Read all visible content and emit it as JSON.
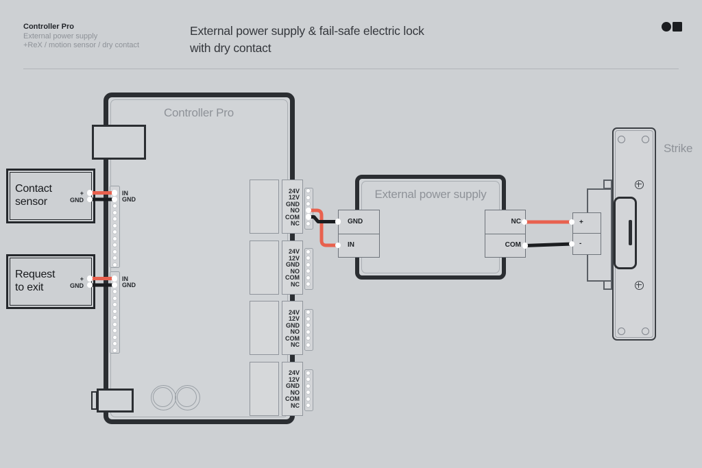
{
  "header": {
    "product": "Controller Pro",
    "subtitle1": "External power supply",
    "subtitle2": "+ReX / motion sensor / dry contact",
    "title_line1": "External power supply & fail-safe electric lock",
    "title_line2": "with dry contact"
  },
  "colors": {
    "wire_red": "#e8614e",
    "wire_black": "#1b1d20",
    "outline_dark": "#2b2e32",
    "background": "#cdd0d3",
    "muted_text": "#8e9298"
  },
  "diagram": {
    "controller": {
      "label": "Controller Pro",
      "terminal_labels": [
        "24V",
        "12V",
        "GND",
        "NO",
        "COM",
        "NC"
      ],
      "relay_block_count": 4,
      "input_labels": [
        "IN",
        "GND"
      ],
      "input_strip_count": 2,
      "input_strip_holes": 12
    },
    "contact_sensor": {
      "line1": "Contact",
      "line2": "sensor",
      "plus": "+",
      "gnd": "GND"
    },
    "request_to_exit": {
      "line1": "Request",
      "line2": "to exit",
      "plus": "+",
      "gnd": "GND"
    },
    "power_supply": {
      "label": "External power supply",
      "left_terminals": [
        "GND",
        "IN"
      ],
      "right_terminals": [
        "NC",
        "COM"
      ]
    },
    "strike": {
      "label": "Strike",
      "terminals": [
        "+",
        "-"
      ]
    },
    "connections": [
      {
        "from": "Contact sensor +",
        "to": "Controller IN (input 1)",
        "wire": "red"
      },
      {
        "from": "Contact sensor GND",
        "to": "Controller GND (input 1)",
        "wire": "black"
      },
      {
        "from": "Request to exit +",
        "to": "Controller IN (input 2)",
        "wire": "red"
      },
      {
        "from": "Request to exit GND",
        "to": "Controller GND (input 2)",
        "wire": "black"
      },
      {
        "from": "Controller NO (relay 1)",
        "to": "Power supply IN",
        "wire": "red"
      },
      {
        "from": "Controller COM (relay 1)",
        "to": "Power supply GND",
        "wire": "black"
      },
      {
        "from": "Power supply NC",
        "to": "Strike +",
        "wire": "red"
      },
      {
        "from": "Power supply COM",
        "to": "Strike -",
        "wire": "black"
      }
    ]
  }
}
